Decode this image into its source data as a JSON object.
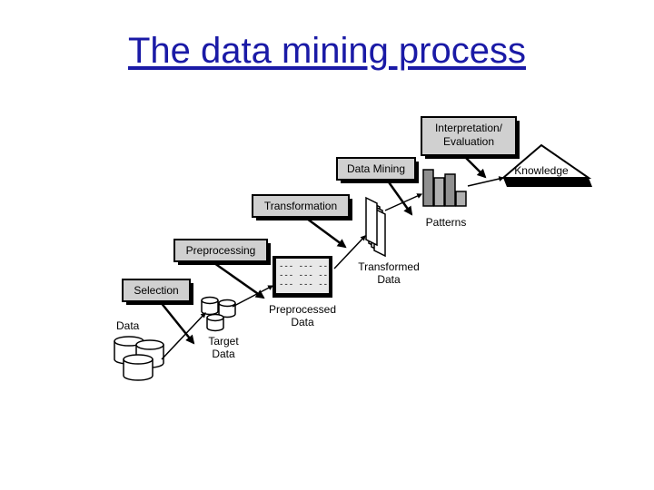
{
  "title": "The data mining process",
  "stages": {
    "interpretation_line1": "Interpretation/",
    "interpretation_line2": "Evaluation",
    "data_mining": "Data Mining",
    "transformation": "Transformation",
    "preprocessing": "Preprocessing",
    "selection": "Selection"
  },
  "artifacts": {
    "data": "Data",
    "target_line1": "Target",
    "target_line2": "Data",
    "preprocessed_line1": "Preprocessed",
    "preprocessed_line2": "Data",
    "transformed_line1": "Transformed",
    "transformed_line2": "Data",
    "patterns": "Patterns",
    "knowledge": "Knowledge"
  },
  "table_cells": "--- --- ---",
  "colors": {
    "title": "#1a1aa6",
    "box_fill": "#d0d0d0",
    "ink": "#000000"
  }
}
